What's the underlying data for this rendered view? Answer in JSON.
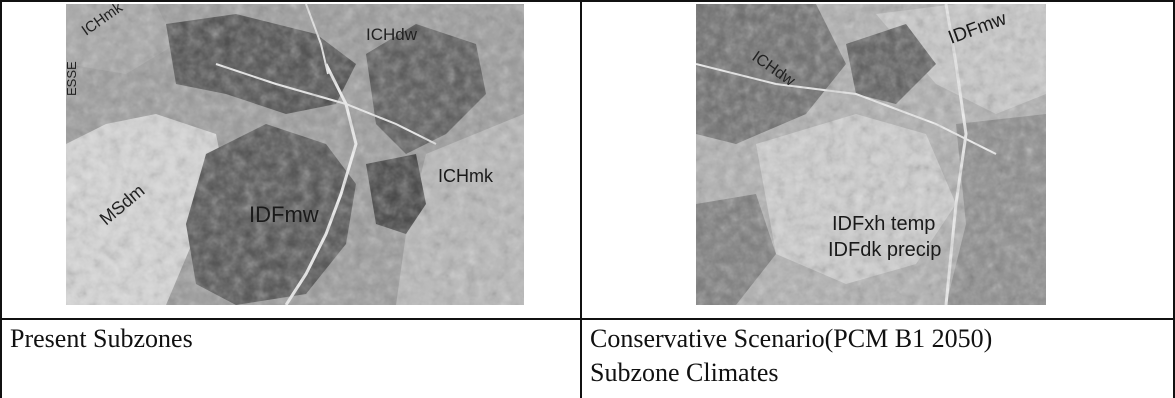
{
  "table": {
    "left": {
      "caption": "Present Subzones",
      "labels": {
        "ichmk_top": "ICHmk",
        "ichdw": "ICHdw",
        "esse": "ESSE",
        "msdm": "MSdm",
        "idfmw": "IDFmw",
        "ichmk_right": "ICHmk"
      }
    },
    "right": {
      "caption_line1": "Conservative Scenario(PCM B1 2050)",
      "caption_line2": "Subzone Climates",
      "labels": {
        "ichdw": "ICHdw",
        "idfmw": "IDFmw",
        "idfxh": "IDFxh temp",
        "idfdk": "IDFdk precip"
      }
    }
  }
}
